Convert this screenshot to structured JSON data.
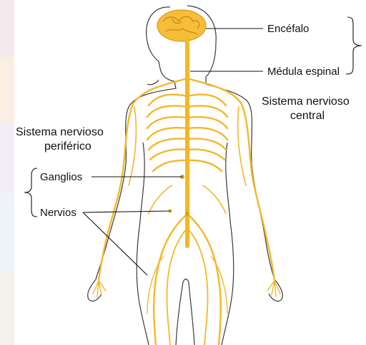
{
  "labels": {
    "encefalo": "Encéfalo",
    "medula": "Médula espinal",
    "snc_line1": "Sistema nervioso",
    "snc_line2": "central",
    "snp_line1": "Sistema nervioso",
    "snp_line2": "periférico",
    "ganglios": "Ganglios",
    "nervios": "Nervios"
  },
  "colors": {
    "nerve": "#f2b828",
    "nerve_light": "#f7cf55",
    "brain": "#f5bd3a",
    "outline": "#3a3a3a",
    "text": "#111111"
  }
}
